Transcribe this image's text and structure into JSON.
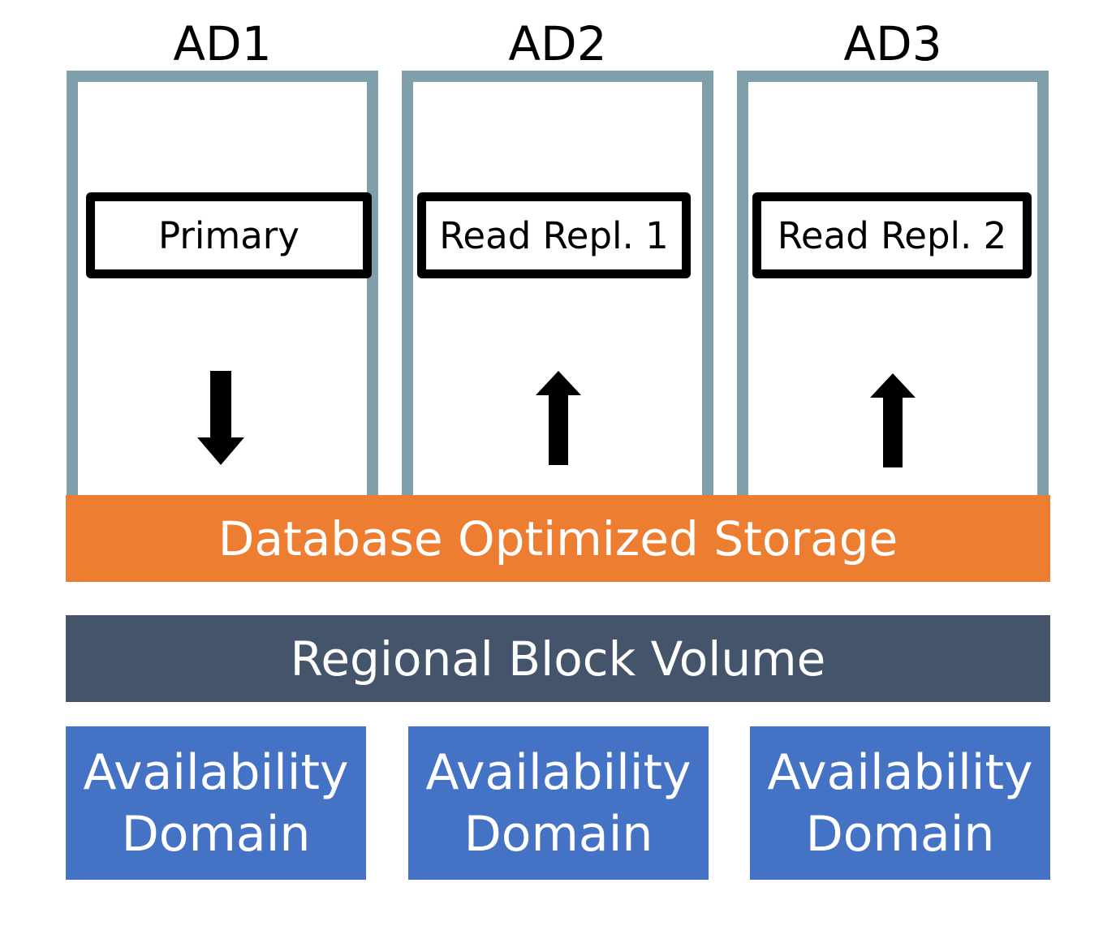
{
  "availability_domains": [
    {
      "title": "AD1",
      "node_label": "Primary",
      "arrow_direction": "down"
    },
    {
      "title": "AD2",
      "node_label": "Read Repl. 1",
      "arrow_direction": "up"
    },
    {
      "title": "AD3",
      "node_label": "Read Repl. 2",
      "arrow_direction": "up"
    }
  ],
  "storage_band": {
    "label": "Database Optimized Storage",
    "color": "#ed7d31"
  },
  "volume_band": {
    "label": "Regional Block Volume",
    "color": "#44546a"
  },
  "domain_boxes": [
    {
      "line1": "Availability",
      "line2": "Domain"
    },
    {
      "line1": "Availability",
      "line2": "Domain"
    },
    {
      "line1": "Availability",
      "line2": "Domain"
    }
  ],
  "colors": {
    "frame": "#7f9fab",
    "domain_box": "#4472c4",
    "arrow": "#000000"
  }
}
